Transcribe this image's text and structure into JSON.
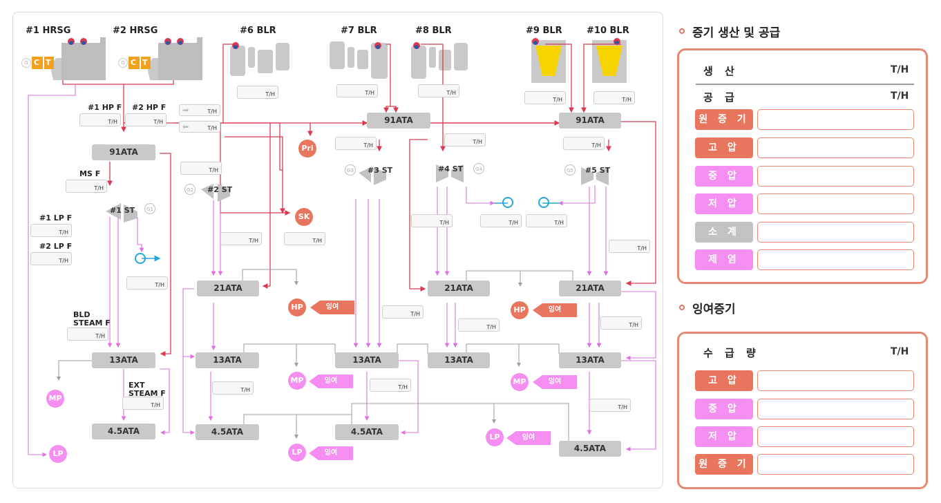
{
  "colors": {
    "steam_high": "#d93a50",
    "steam_mid": "#e070e0",
    "steam_low_gray": "#9e9e9e",
    "hp_circle": "#e8765f",
    "mp_circle": "#f48ef0",
    "header_gray": "#c9c9c9",
    "boiler_yellow": "#f5d400",
    "panel_border": "#e8876f",
    "condenser_blue": "#22a7d8"
  },
  "units": {
    "hrsg1": "#1 HRSG",
    "hrsg2": "#2 HRSG",
    "blr6": "#6 BLR",
    "blr7": "#7 BLR",
    "blr8": "#8 BLR",
    "blr9": "#9 BLR",
    "blr10": "#10 BLR"
  },
  "gt_letters": {
    "c": "C",
    "t": "T",
    "g": "G"
  },
  "flow_labels": {
    "hp1": "#1 HP F",
    "hp2": "#2 HP F",
    "ms": "MS F",
    "lp1": "#1 LP F",
    "lp2": "#2 LP F",
    "bld": "BLD",
    "bld2": "STEAM F",
    "ext": "EXT",
    "ext2": "STEAM F"
  },
  "unit_th": "T/H",
  "headers": {
    "a91": "91ATA",
    "a21": "21ATA",
    "a13": "13ATA",
    "a45": "4.5ATA"
  },
  "turbines": {
    "st1": "#1 ST",
    "st2": "#2 ST",
    "st3": "#3 ST",
    "st4": "#4 ST",
    "st5": "#5 ST"
  },
  "generators": {
    "g1": "G1",
    "g2": "G2",
    "g3": "G3",
    "g4": "G4",
    "g5": "G5"
  },
  "circles": {
    "pri": "Pri",
    "sk": "SK",
    "hp": "HP",
    "mp": "MP",
    "lp": "LP"
  },
  "surplus_label": "잉여",
  "panel1": {
    "title": "증기 생산 및 공급",
    "production": "생 산",
    "supply": "공 급",
    "unit": "T/H",
    "rows": [
      {
        "label": "원 증 기",
        "color": "#e8765f"
      },
      {
        "label": "고 압",
        "color": "#e8765f"
      },
      {
        "label": "중 압",
        "color": "#f48ef0"
      },
      {
        "label": "저 압",
        "color": "#f48ef0"
      },
      {
        "label": "소 계",
        "color": "#c2c2c2"
      },
      {
        "label": "제 염",
        "color": "#f48ef0"
      }
    ]
  },
  "panel2": {
    "title": "잉여증기",
    "header": "수 급 량",
    "unit": "T/H",
    "rows": [
      {
        "label": "고 압",
        "color": "#e8765f"
      },
      {
        "label": "중 압",
        "color": "#f48ef0"
      },
      {
        "label": "저 압",
        "color": "#f48ef0"
      },
      {
        "label": "원 증 기",
        "color": "#e8765f"
      }
    ]
  }
}
